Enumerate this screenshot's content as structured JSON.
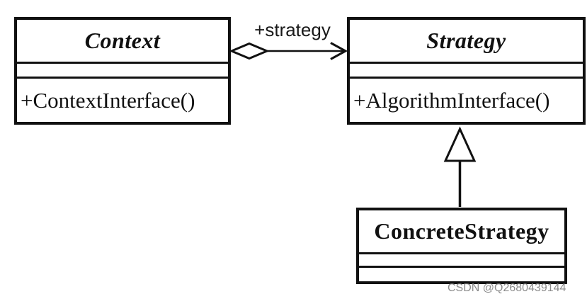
{
  "diagram": {
    "type": "uml-class-diagram",
    "pattern": "Strategy",
    "classes": {
      "context": {
        "name": "Context",
        "method": "+ContextInterface()"
      },
      "strategy": {
        "name": "Strategy",
        "method": "+AlgorithmInterface()"
      },
      "concrete_strategy": {
        "name": "ConcreteStrategy"
      }
    },
    "relations": {
      "aggregation": {
        "type": "aggregation",
        "label": "+strategy"
      },
      "inheritance": {
        "type": "generalization"
      }
    },
    "watermark": "CSDN @Q2680439144",
    "colors": {
      "line": "#111111",
      "background": "#ffffff",
      "watermark": "#7d7d7d"
    }
  }
}
